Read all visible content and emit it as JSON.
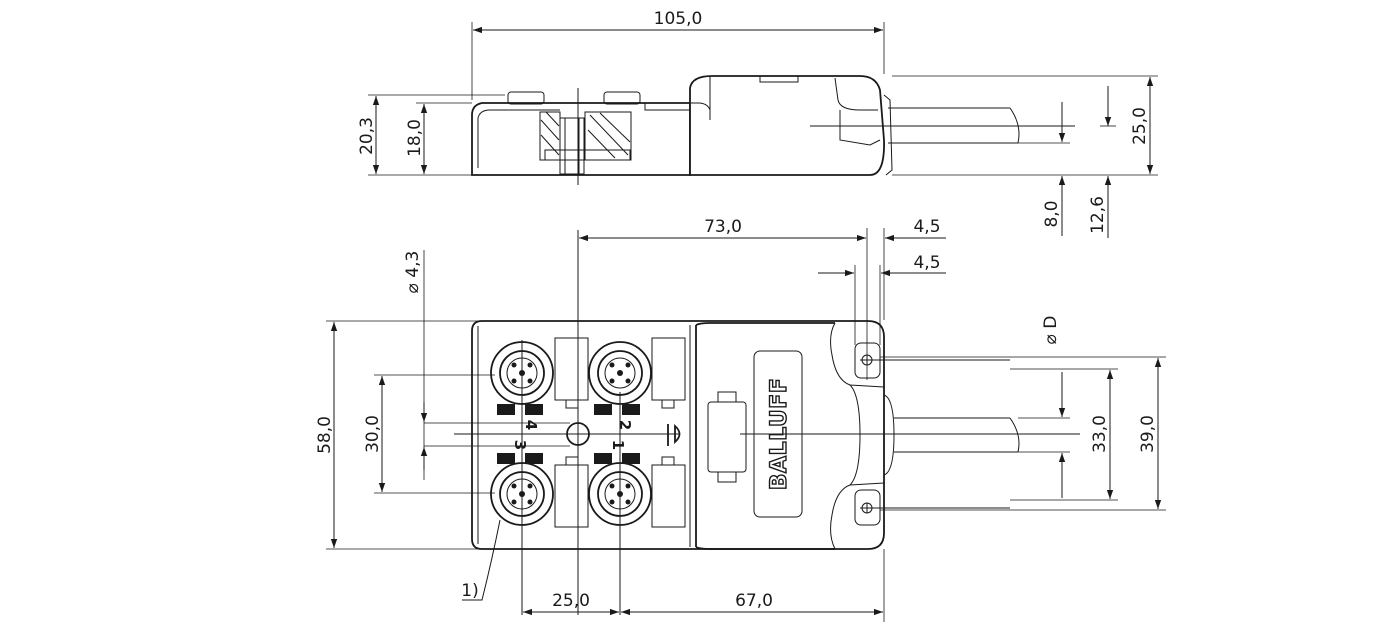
{
  "dimensions": {
    "overall_length": "105,0",
    "height_20_3": "20,3",
    "height_18_0": "18,0",
    "height_25_0": "25,0",
    "cable_8_0": "8,0",
    "cable_12_6": "12,6",
    "hole_spacing_73_0": "73,0",
    "offset_4_5_a": "4,5",
    "offset_4_5_b": "4,5",
    "hole_diameter": "⌀ 4,3",
    "cable_diameter": "⌀ D",
    "width_58_0": "58,0",
    "pitch_30_0": "30,0",
    "span_33_0": "33,0",
    "span_39_0": "39,0",
    "pitch_25_0": "25,0",
    "length_67_0": "67,0"
  },
  "ports": {
    "p1": "1",
    "p2": "2",
    "p3": "3",
    "p4": "4"
  },
  "brand": "BALLUFF",
  "callout": "1)",
  "colors": {
    "line": "#1a1a1a",
    "background": "#ffffff"
  }
}
